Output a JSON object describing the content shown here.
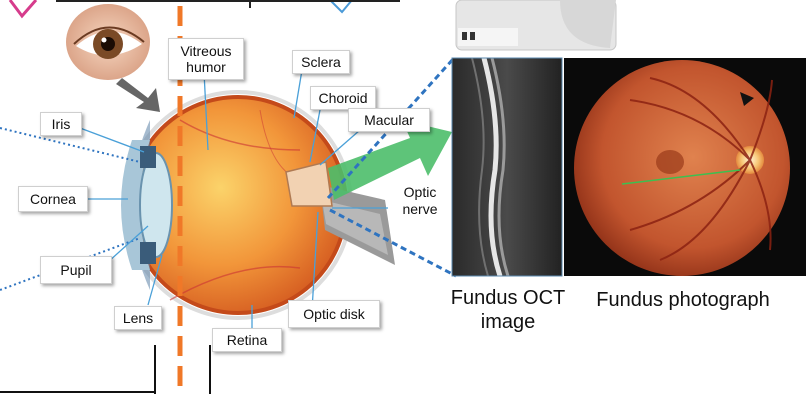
{
  "labels": {
    "vitreous_humor": "Vitreous humor",
    "sclera": "Sclera",
    "choroid": "Choroid",
    "macular": "Macular",
    "iris": "Iris",
    "cornea": "Cornea",
    "pupil": "Pupil",
    "lens": "Lens",
    "retina": "Retina",
    "optic_disk": "Optic disk",
    "optic_nerve": "Optic nerve"
  },
  "captions": {
    "oct_image": "Fundus OCT image",
    "fundus_photograph": "Fundus photograph"
  },
  "colors": {
    "accent_line": "#f07828",
    "leader_line": "#2f74c0",
    "magenta_arrow": "#d63c8c",
    "blue_arrow": "#4a9ad8",
    "green_arrow": "#4cbe6a"
  }
}
